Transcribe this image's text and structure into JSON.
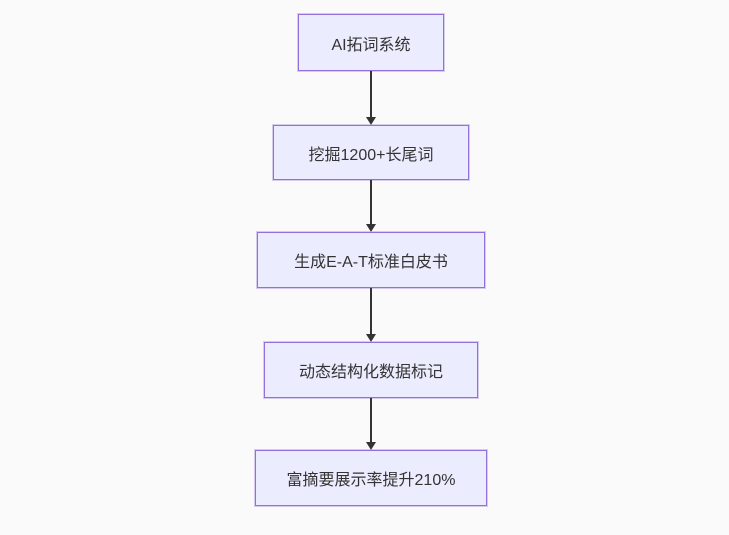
{
  "diagram": {
    "type": "flowchart",
    "direction": "top-down",
    "nodes": [
      {
        "id": "n1",
        "label": "AI拓词系统"
      },
      {
        "id": "n2",
        "label": "挖掘1200+长尾词"
      },
      {
        "id": "n3",
        "label": "生成E-A-T标准白皮书"
      },
      {
        "id": "n4",
        "label": "动态结构化数据标记"
      },
      {
        "id": "n5",
        "label": "富摘要展示率提升210%"
      }
    ],
    "edges": [
      {
        "from": "n1",
        "to": "n2"
      },
      {
        "from": "n2",
        "to": "n3"
      },
      {
        "from": "n3",
        "to": "n4"
      },
      {
        "from": "n4",
        "to": "n5"
      }
    ],
    "colors": {
      "node_fill": "#ECECFF",
      "node_border": "#9370DB",
      "arrow": "#333333",
      "text": "#333333",
      "background": "#fafafa"
    }
  }
}
